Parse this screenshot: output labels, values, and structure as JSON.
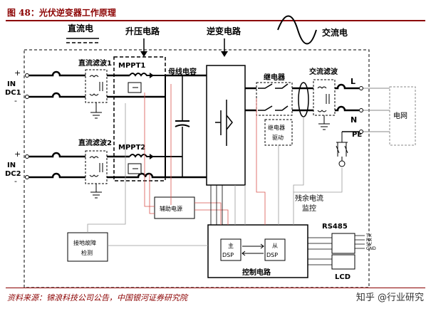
{
  "header": {
    "figure_title": "图 48：光伏逆变器工作原理"
  },
  "labels": {
    "dc": "直流电",
    "boost": "升压电路",
    "inverter": "逆变电路",
    "ac": "交流电",
    "dc_filter_1": "直流滤波1",
    "dc_filter_2": "直流滤波2",
    "mppt1": "MPPT1",
    "mppt2": "MPPT2",
    "bus_cap": "母线电容",
    "relay": "继电器",
    "ac_filter": "交流滤波",
    "relay_drive_1": "继电器",
    "relay_drive_2": "驱动",
    "grid": "电网",
    "aux_power": "辅助电源",
    "residual_1": "残余电流",
    "residual_2": "监控",
    "ground_fault_1": "接地故障",
    "ground_fault_2": "检测",
    "dsp_main_1": "主",
    "dsp_main_2": "DSP",
    "dsp_slave_1": "从",
    "dsp_slave_2": "DSP",
    "control": "控制电路",
    "rs485": "RS485",
    "lcd": "LCD",
    "tx": "TX",
    "rx": "RX",
    "v5": "5V",
    "gnd": "GND",
    "in1_plus": "+",
    "in1_in": "IN",
    "in1_dc": "DC1",
    "in1_minus": "-",
    "in2_plus": "+",
    "in2_in": "IN",
    "in2_dc": "DC2",
    "in2_minus": "-",
    "out_l": "L",
    "out_n": "N",
    "out_pe": "PE"
  },
  "footer": {
    "source": "资料来源：锦浪科技公司公告，中国银河证券研究院",
    "watermark": "知乎 @行业研究"
  },
  "colors": {
    "accent": "#8b0000",
    "signal_red": "#d9534f",
    "signal_gray": "#999999"
  }
}
